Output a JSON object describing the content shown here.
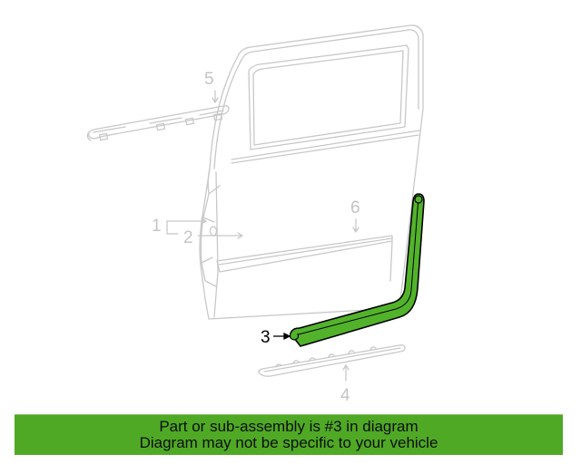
{
  "diagram": {
    "highlighted_part": "3",
    "colors": {
      "highlight_fill": "#52b32b",
      "highlight_outline": "#000000",
      "line_art": "#c8c8c8",
      "banner_bg": "#4fa925",
      "banner_text": "#0d0d0d"
    },
    "callouts": [
      {
        "id": "1",
        "label": "1"
      },
      {
        "id": "2",
        "label": "2"
      },
      {
        "id": "3",
        "label": "3"
      },
      {
        "id": "4",
        "label": "4"
      },
      {
        "id": "5",
        "label": "5"
      },
      {
        "id": "6",
        "label": "6"
      }
    ]
  },
  "banner": {
    "line1": "Part or sub-assembly is #3 in diagram",
    "line2": "Diagram may not be specific to your vehicle"
  }
}
